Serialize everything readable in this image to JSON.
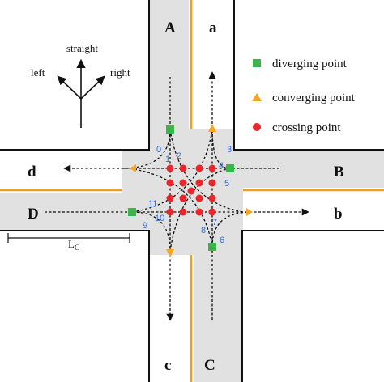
{
  "legend": {
    "diverging_label": "diverging point",
    "converging_label": "converging point",
    "crossing_label": "crossing point"
  },
  "directions": {
    "straight": "straight",
    "left": "left",
    "right": "right"
  },
  "approaches": {
    "A": "A",
    "a": "a",
    "B": "B",
    "b": "b",
    "C": "C",
    "c": "c",
    "D": "D",
    "d": "d"
  },
  "conflict_numbers": [
    "0",
    "1",
    "2",
    "3",
    "4",
    "5",
    "6",
    "7",
    "8",
    "9",
    "10",
    "11"
  ],
  "dimension": {
    "label_main": "L",
    "label_sub": "C"
  },
  "colors": {
    "road_fill": "#e1e1e1",
    "centerline": "#f0a020",
    "diverging": "#3ab54a",
    "converging": "#f5a623",
    "crossing": "#e8262b",
    "numbers": "#2f6fd6"
  },
  "icons": {
    "diverging": "green-square-icon",
    "converging": "orange-triangle-icon",
    "crossing": "red-circle-icon"
  }
}
